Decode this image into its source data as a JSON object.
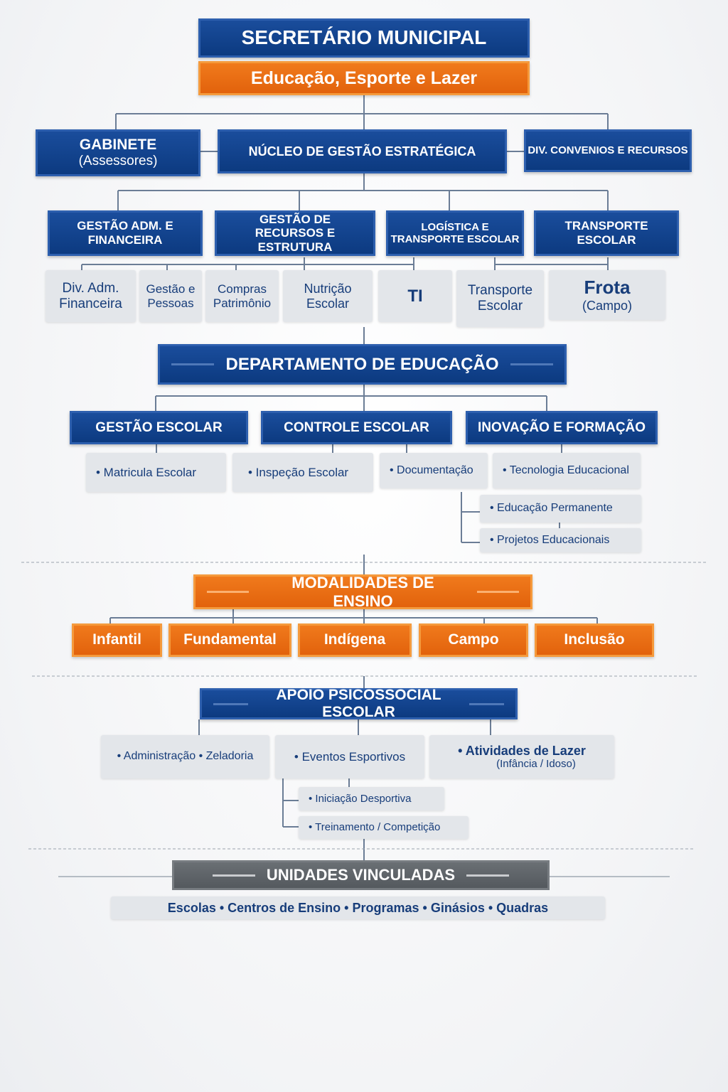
{
  "top": {
    "title": "SECRETÁRIO MUNICIPAL",
    "subtitle": "Educação, Esporte e Lazer"
  },
  "level1": {
    "gabinete": "GABINETE",
    "gabinete_sub": "(Assessores)",
    "nucleo": "NÚCLEO DE GESTÃO ESTRATÉGICA",
    "convenios": "DIV. CONVENIOS E RECURSOS"
  },
  "level2": [
    "GESTÃO ADM. E FINANCEIRA",
    "GESTÃO DE RECURSOS E ESTRUTURA",
    "LOGÍSTICA E TRANSPORTE ESCOLAR",
    "TRANSPORTE ESCOLAR"
  ],
  "units": [
    "Div. Adm. Financeira",
    "Gestão e Pessoas",
    "Compras Patrimônio",
    "Nutrição Escolar",
    "TI",
    "Transporte Escolar",
    "Frota",
    "(Campo)"
  ],
  "education": {
    "title": "DEPARTAMENTO DE EDUCAÇÃO",
    "sections": [
      "GESTÃO ESCOLAR",
      "CONTROLE ESCOLAR",
      "INOVAÇÃO E FORMAÇÃO"
    ],
    "items": [
      "• Matricula Escolar",
      "• Inspeção Escolar",
      "• Documentação",
      "• Tecnologia Educacional",
      "• Educação Permanente",
      "• Projetos Educacionais"
    ]
  },
  "modalities": {
    "title": "MODALIDADES DE ENSINO",
    "items": [
      "Infantil",
      "Fundamental",
      "Indígena",
      "Campo",
      "Inclusão"
    ]
  },
  "support": {
    "title": "APOIO PSICOSSOCIAL ESCOLAR",
    "items": [
      "• Administração • Zeladoria",
      "• Eventos Esportivos",
      "• Atividades de Lazer",
      "(Infância / Idoso)",
      "• Iniciação Desportiva",
      "• Treinamento / Competição"
    ]
  },
  "linked": {
    "title": "UNIDADES VINCULADAS",
    "items": "Escolas • Centros de Ensino • Programas • Ginásios • Quadras"
  },
  "colors": {
    "blue": "#0c3a80",
    "orange": "#e2620c",
    "gray": "#e3e6ea",
    "dark": "#5a5f64"
  }
}
